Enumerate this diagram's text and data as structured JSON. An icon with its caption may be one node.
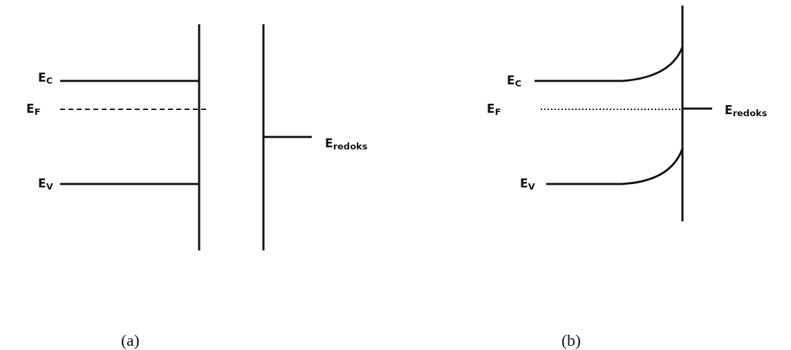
{
  "diagram": {
    "labels": [
      "E$_{C}$",
      "E$_{F}$",
      "E$_{redoks}$",
      "E$_{V}$",
      "E$_{C}$",
      "E$_{F}$",
      "E$_{redoks}$",
      "E$_{V}$",
      "(a)",
      "(b)"
    ]
  }
}
